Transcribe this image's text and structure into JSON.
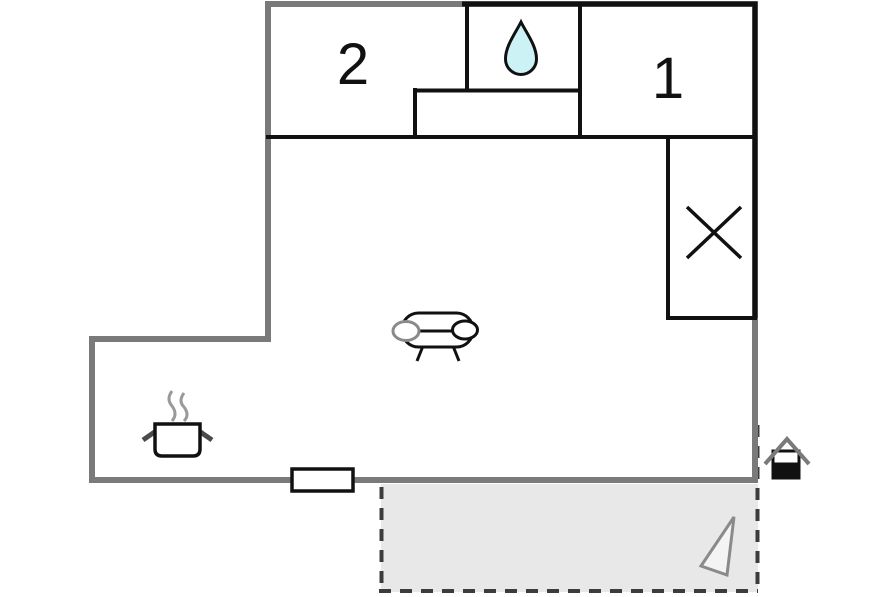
{
  "labels": {
    "room_2": "2",
    "room_1": "1"
  },
  "icons": {
    "water_drop": "water-drop-icon",
    "x_mark": "x-mark-icon",
    "sofa": "sofa-icon",
    "cooking_pot": "cooking-pot-icon",
    "entrance_house": "house-entrance-icon",
    "terrace_triangle": "triangle-marker-icon",
    "window": "window-marker"
  },
  "colors": {
    "background": "#ffffff",
    "exterior_wall": "#7a7a7a",
    "interior_wall": "#111111",
    "water_drop_fill": "#cdf2f5",
    "terrace_fill": "#e8e8e8",
    "terrace_border": "#3c3c3c",
    "triangle_fill": "#f4f4f4",
    "triangle_stroke": "#8a8a8a",
    "steam_gray": "#9a9a9a",
    "armrest_gray": "#8a8a8a",
    "roof_gray": "#7a7a7a"
  }
}
